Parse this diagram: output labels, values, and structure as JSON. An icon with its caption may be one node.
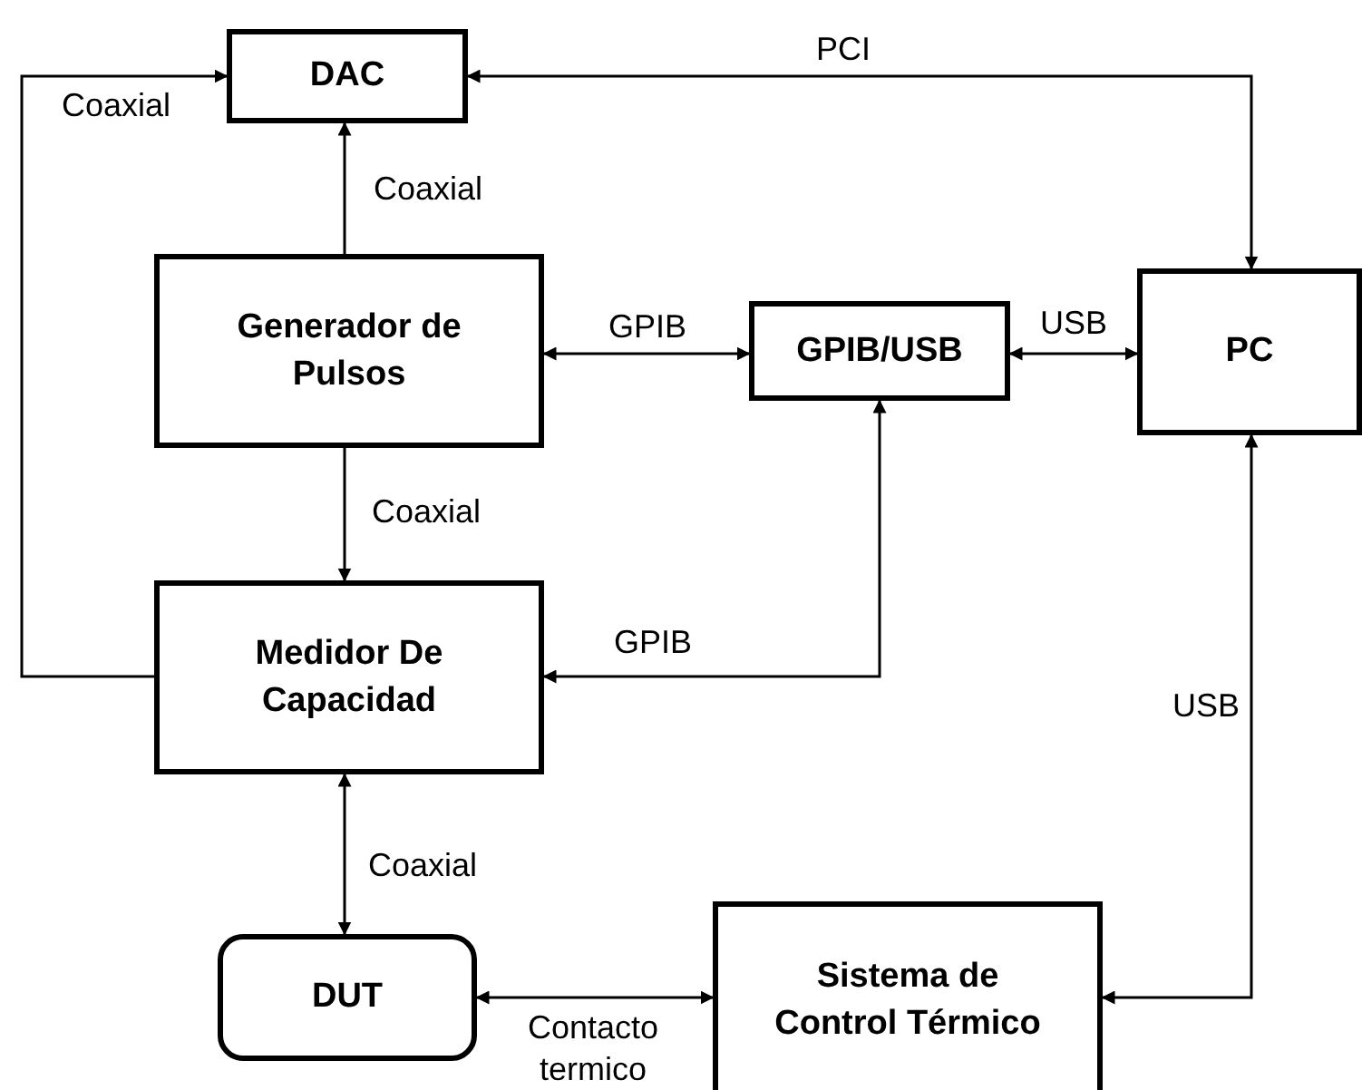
{
  "diagram": {
    "nodes": [
      {
        "text": [
          "DAC"
        ]
      },
      {
        "text": [
          "Generador de Pulsos"
        ]
      },
      {
        "text": [
          "GPIB/USB"
        ]
      },
      {
        "text": [
          "PC"
        ]
      },
      {
        "text": [
          "Medidor De Capacidad"
        ]
      },
      {
        "text": [
          "DUT"
        ]
      },
      {
        "text": [
          "Sistema de Control Térmico"
        ]
      }
    ],
    "edges": [
      {
        "from": 1,
        "to": 0,
        "arrow": "to",
        "label": "Coaxial"
      },
      {
        "from": 0,
        "to": 3,
        "arrow": "both",
        "label": "PCI"
      },
      {
        "from": 1,
        "to": 2,
        "arrow": "both",
        "label": "GPIB"
      },
      {
        "from": 2,
        "to": 3,
        "arrow": "both",
        "label": "USB"
      },
      {
        "from": 1,
        "to": 4,
        "arrow": "to",
        "label": "Coaxial"
      },
      {
        "from": 4,
        "to": 0,
        "arrow": "to",
        "label": "Coaxial"
      },
      {
        "from": 2,
        "to": 4,
        "arrow": "both",
        "label": "GPIB"
      },
      {
        "from": 4,
        "to": 5,
        "arrow": "both",
        "label": "Coaxial"
      },
      {
        "from": 5,
        "to": 6,
        "arrow": "both",
        "label": "Contacto termico"
      },
      {
        "from": 3,
        "to": 6,
        "arrow": "both",
        "label": "USB"
      }
    ]
  }
}
